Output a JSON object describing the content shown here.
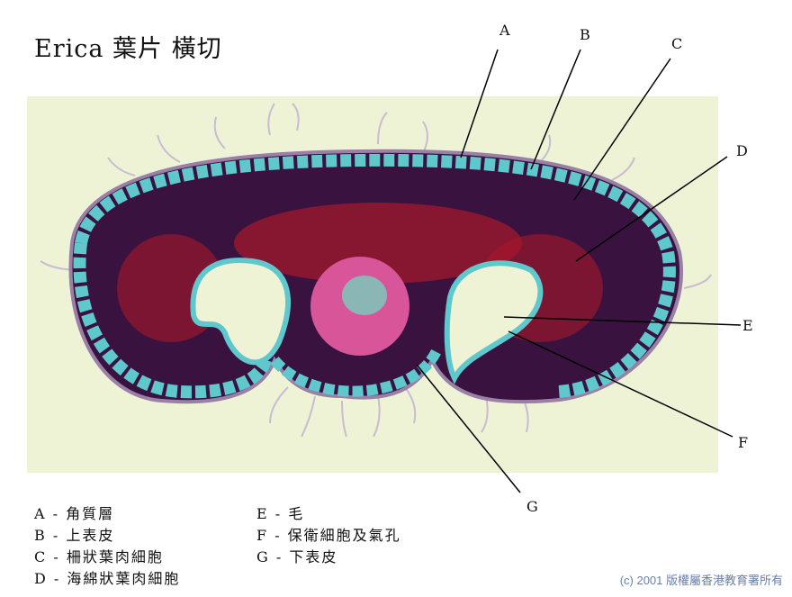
{
  "title": "Erica 葉片 橫切",
  "labels": {
    "A": "A",
    "B": "B",
    "C": "C",
    "D": "D",
    "E": "E",
    "F": "F",
    "G": "G"
  },
  "legend": [
    {
      "key": "A",
      "text": "A - 角質層"
    },
    {
      "key": "B",
      "text": "B - 上表皮"
    },
    {
      "key": "C",
      "text": "C - 柵狀葉肉細胞"
    },
    {
      "key": "D",
      "text": "D - 海綿狀葉肉細胞"
    },
    {
      "key": "E",
      "text": "E - 毛"
    },
    {
      "key": "F",
      "text": "F - 保衛細胞及氣孔"
    },
    {
      "key": "G",
      "text": "G - 下表皮"
    }
  ],
  "copyright": "(c) 2001 版權屬香港教育署所有",
  "colors": {
    "background": "#eef3d6",
    "epidermis": "#5ec8cc",
    "mesophyll": "#3a1240",
    "spongy": "#a8182a",
    "vascular": "#d9559a"
  }
}
